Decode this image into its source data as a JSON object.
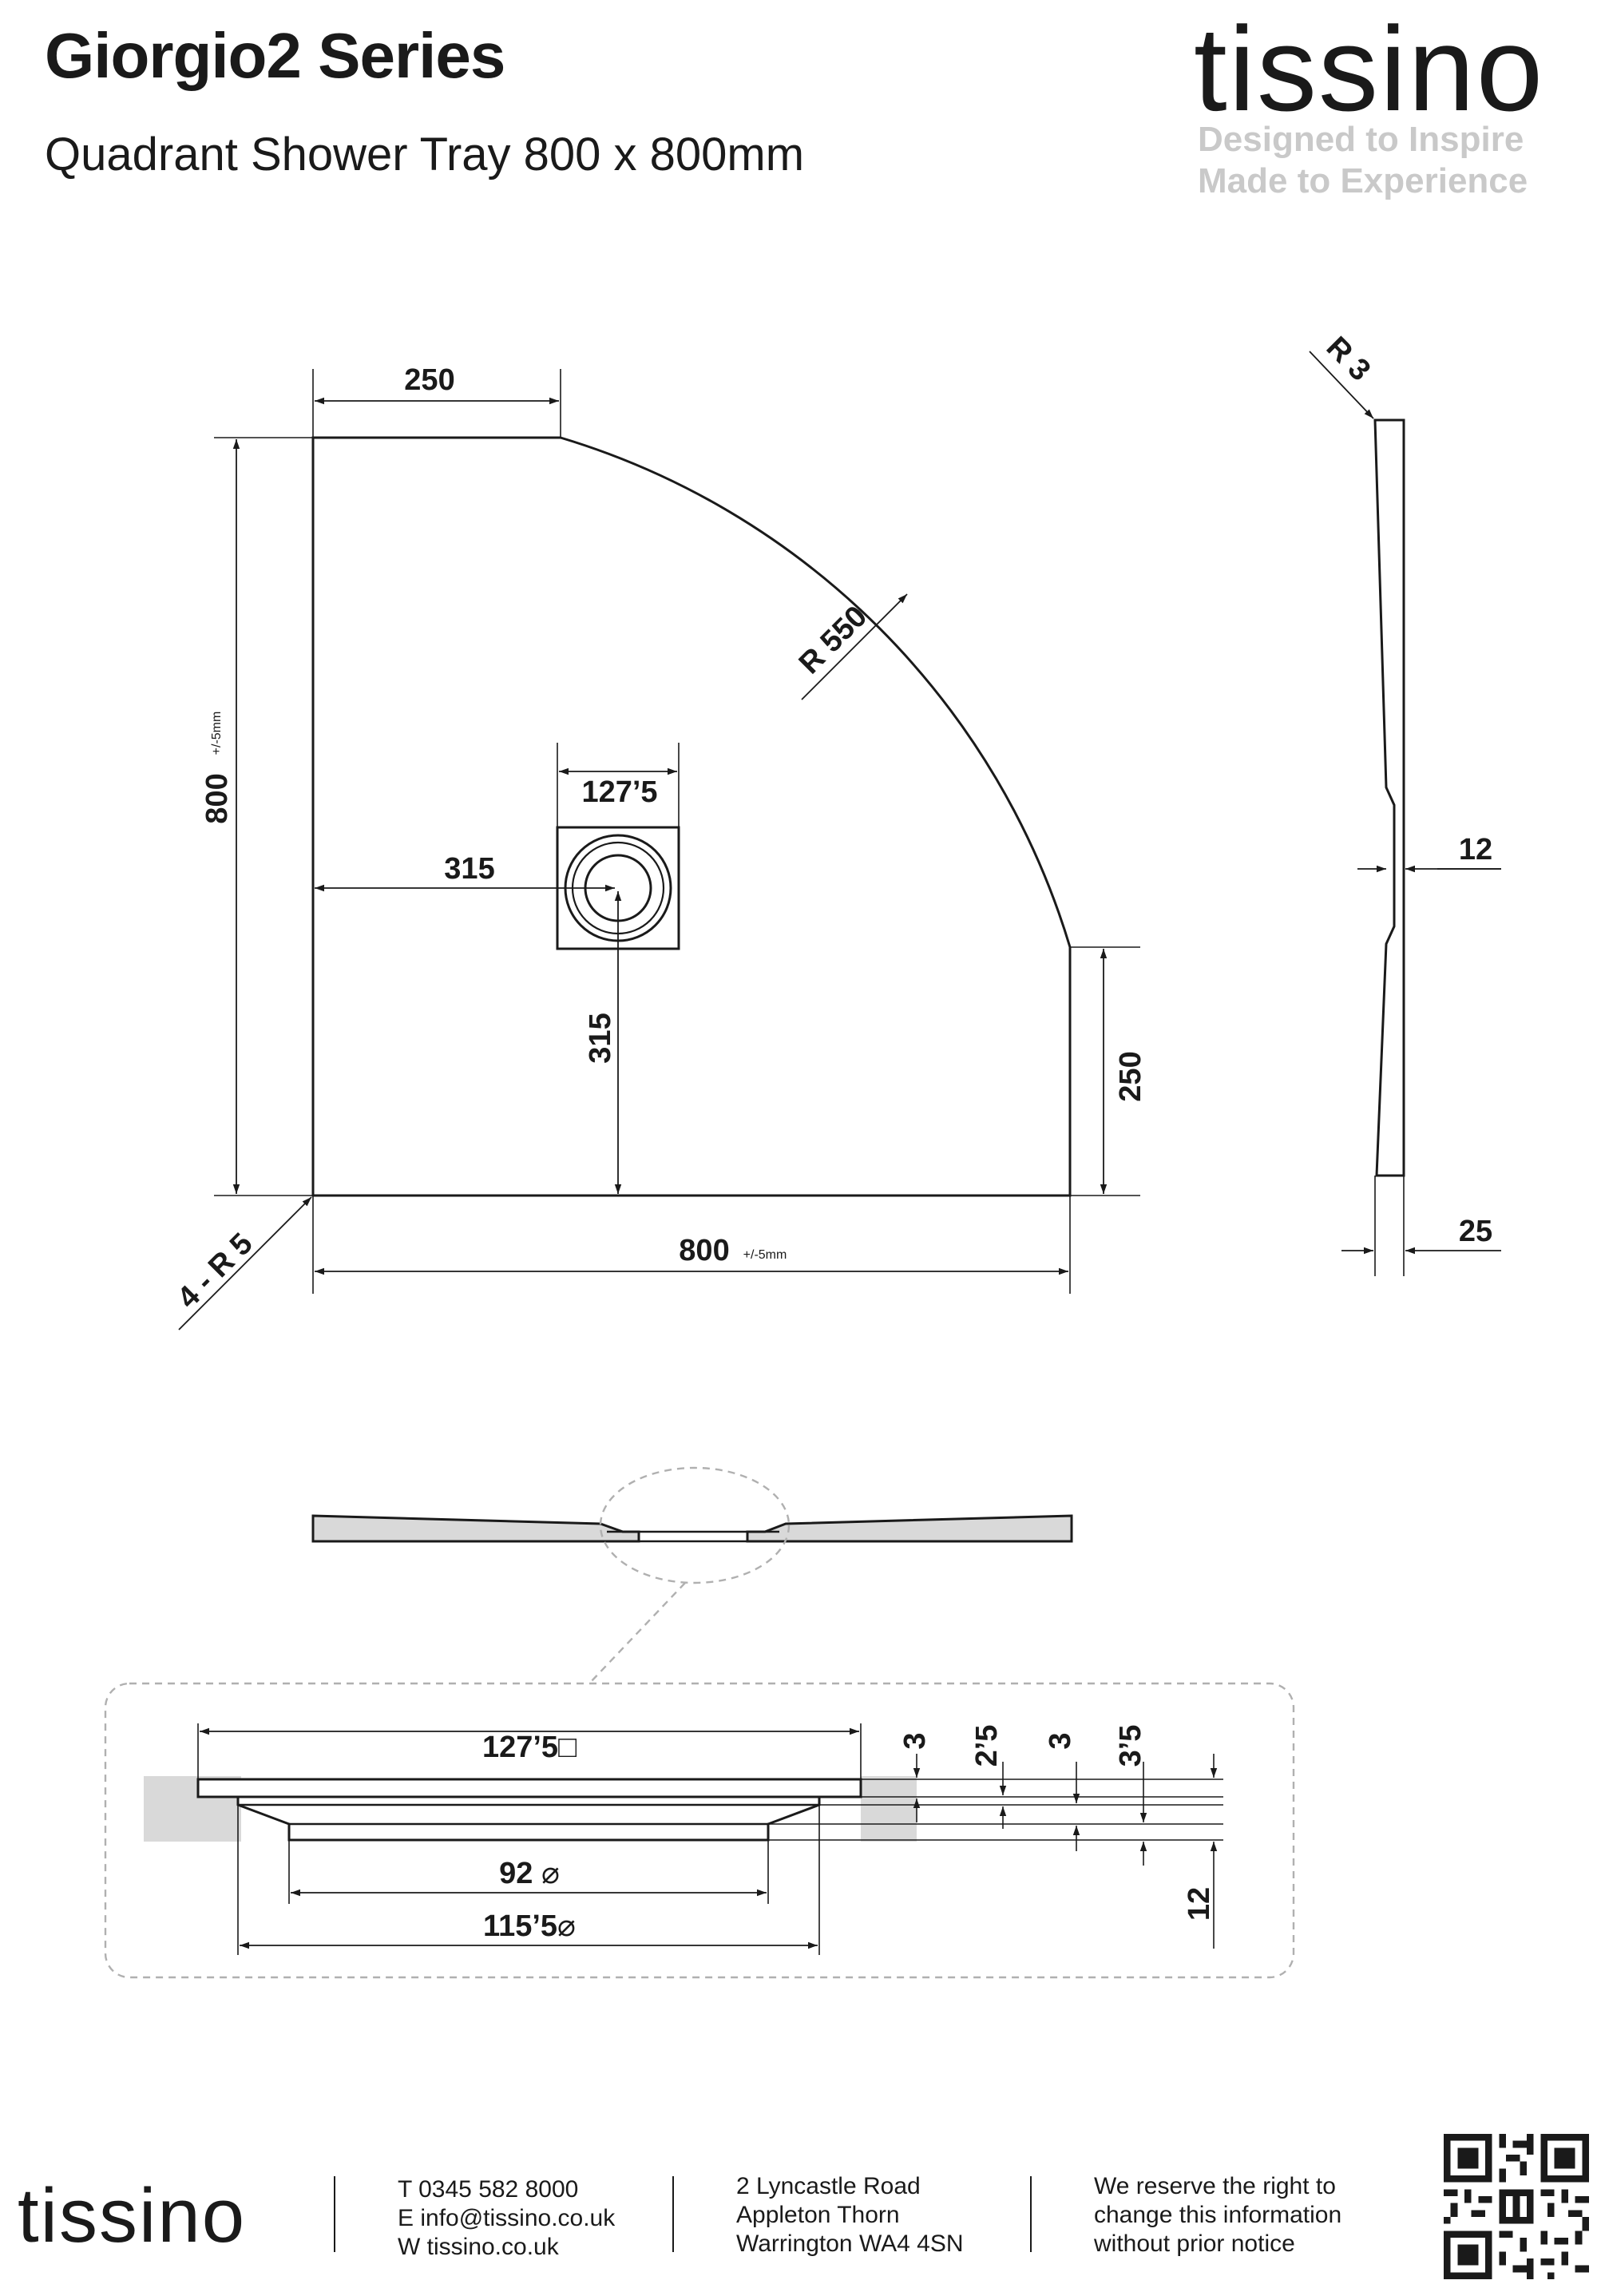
{
  "header": {
    "title": "Giorgio2 Series",
    "subtitle": "Quadrant Shower Tray 800 x 800mm",
    "brand": "tissino",
    "tagline_1": "Designed to Inspire",
    "tagline_2": "Made to Experience",
    "tagline_color": "#c9c9c9"
  },
  "plan_view": {
    "top_offset": "250",
    "height": "800",
    "height_tolerance": "+/-5mm",
    "width": "800",
    "width_tolerance": "+/-5mm",
    "radius": "R 550",
    "corner_radius": "4 - R 5",
    "waste_size": "127’5",
    "waste_x": "315",
    "waste_y": "315",
    "side_offset": "250"
  },
  "side_view": {
    "edge_radius": "R 3",
    "waste_depth": "12",
    "thickness": "25"
  },
  "waste_detail": {
    "top_width": "127’5",
    "top_width_symbol": "□",
    "inner_diameter": "92",
    "outer_diameter": "115’5",
    "diameter_symbol": "⌀",
    "layer_1": "3",
    "layer_2": "2’5",
    "layer_3": "3",
    "layer_4": "3’5",
    "total_depth": "12"
  },
  "footer": {
    "brand": "tissino",
    "phone": "T 0345 582 8000",
    "email": "E info@tissino.co.uk",
    "web": "W tissino.co.uk",
    "address_1": "2 Lyncastle Road",
    "address_2": "Appleton Thorn",
    "address_3": "Warrington WA4 4SN",
    "notice_1": "We reserve the right to",
    "notice_2": "change this information",
    "notice_3": "without prior notice"
  },
  "colors": {
    "ink": "#1a1a1a",
    "fill_grey": "#d9d9d9",
    "dash_grey": "#b0b0b0"
  }
}
